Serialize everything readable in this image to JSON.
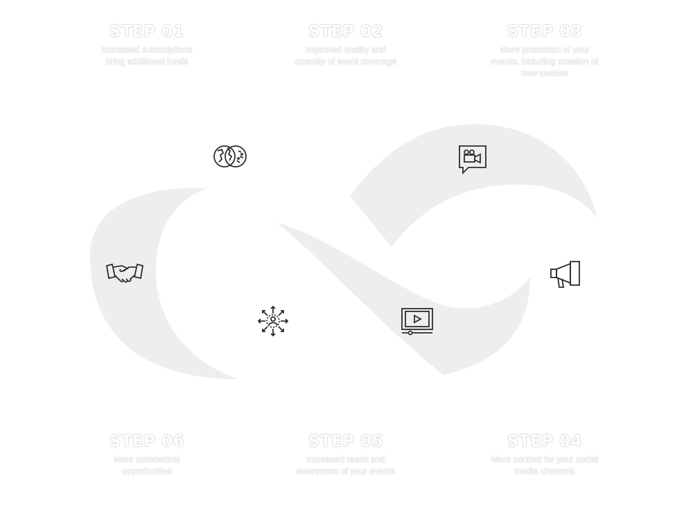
{
  "steps": [
    {
      "title": "STEP 01",
      "desc": "Increased subscriptions bring additional funds"
    },
    {
      "title": "STEP 02",
      "desc": "Improved quality and quantity of event coverage"
    },
    {
      "title": "STEP 03",
      "desc": "More promotion of your events, including creation of new content"
    },
    {
      "title": "STEP 04",
      "desc": "More content for your social media channels"
    },
    {
      "title": "STEP 05",
      "desc": "Increased reach and awareness of your events"
    },
    {
      "title": "STEP 06",
      "desc": "More commerical opportunities"
    }
  ],
  "icons": {
    "globe": "globe-icon",
    "camera_chat": "video-camera-chat-icon",
    "megaphone": "megaphone-icon",
    "video_player": "video-player-icon",
    "network": "network-reach-icon",
    "handshake": "handshake-icon"
  },
  "colors": {
    "shape": "#eeeeee",
    "icon_stroke": "#2b2b2b"
  }
}
